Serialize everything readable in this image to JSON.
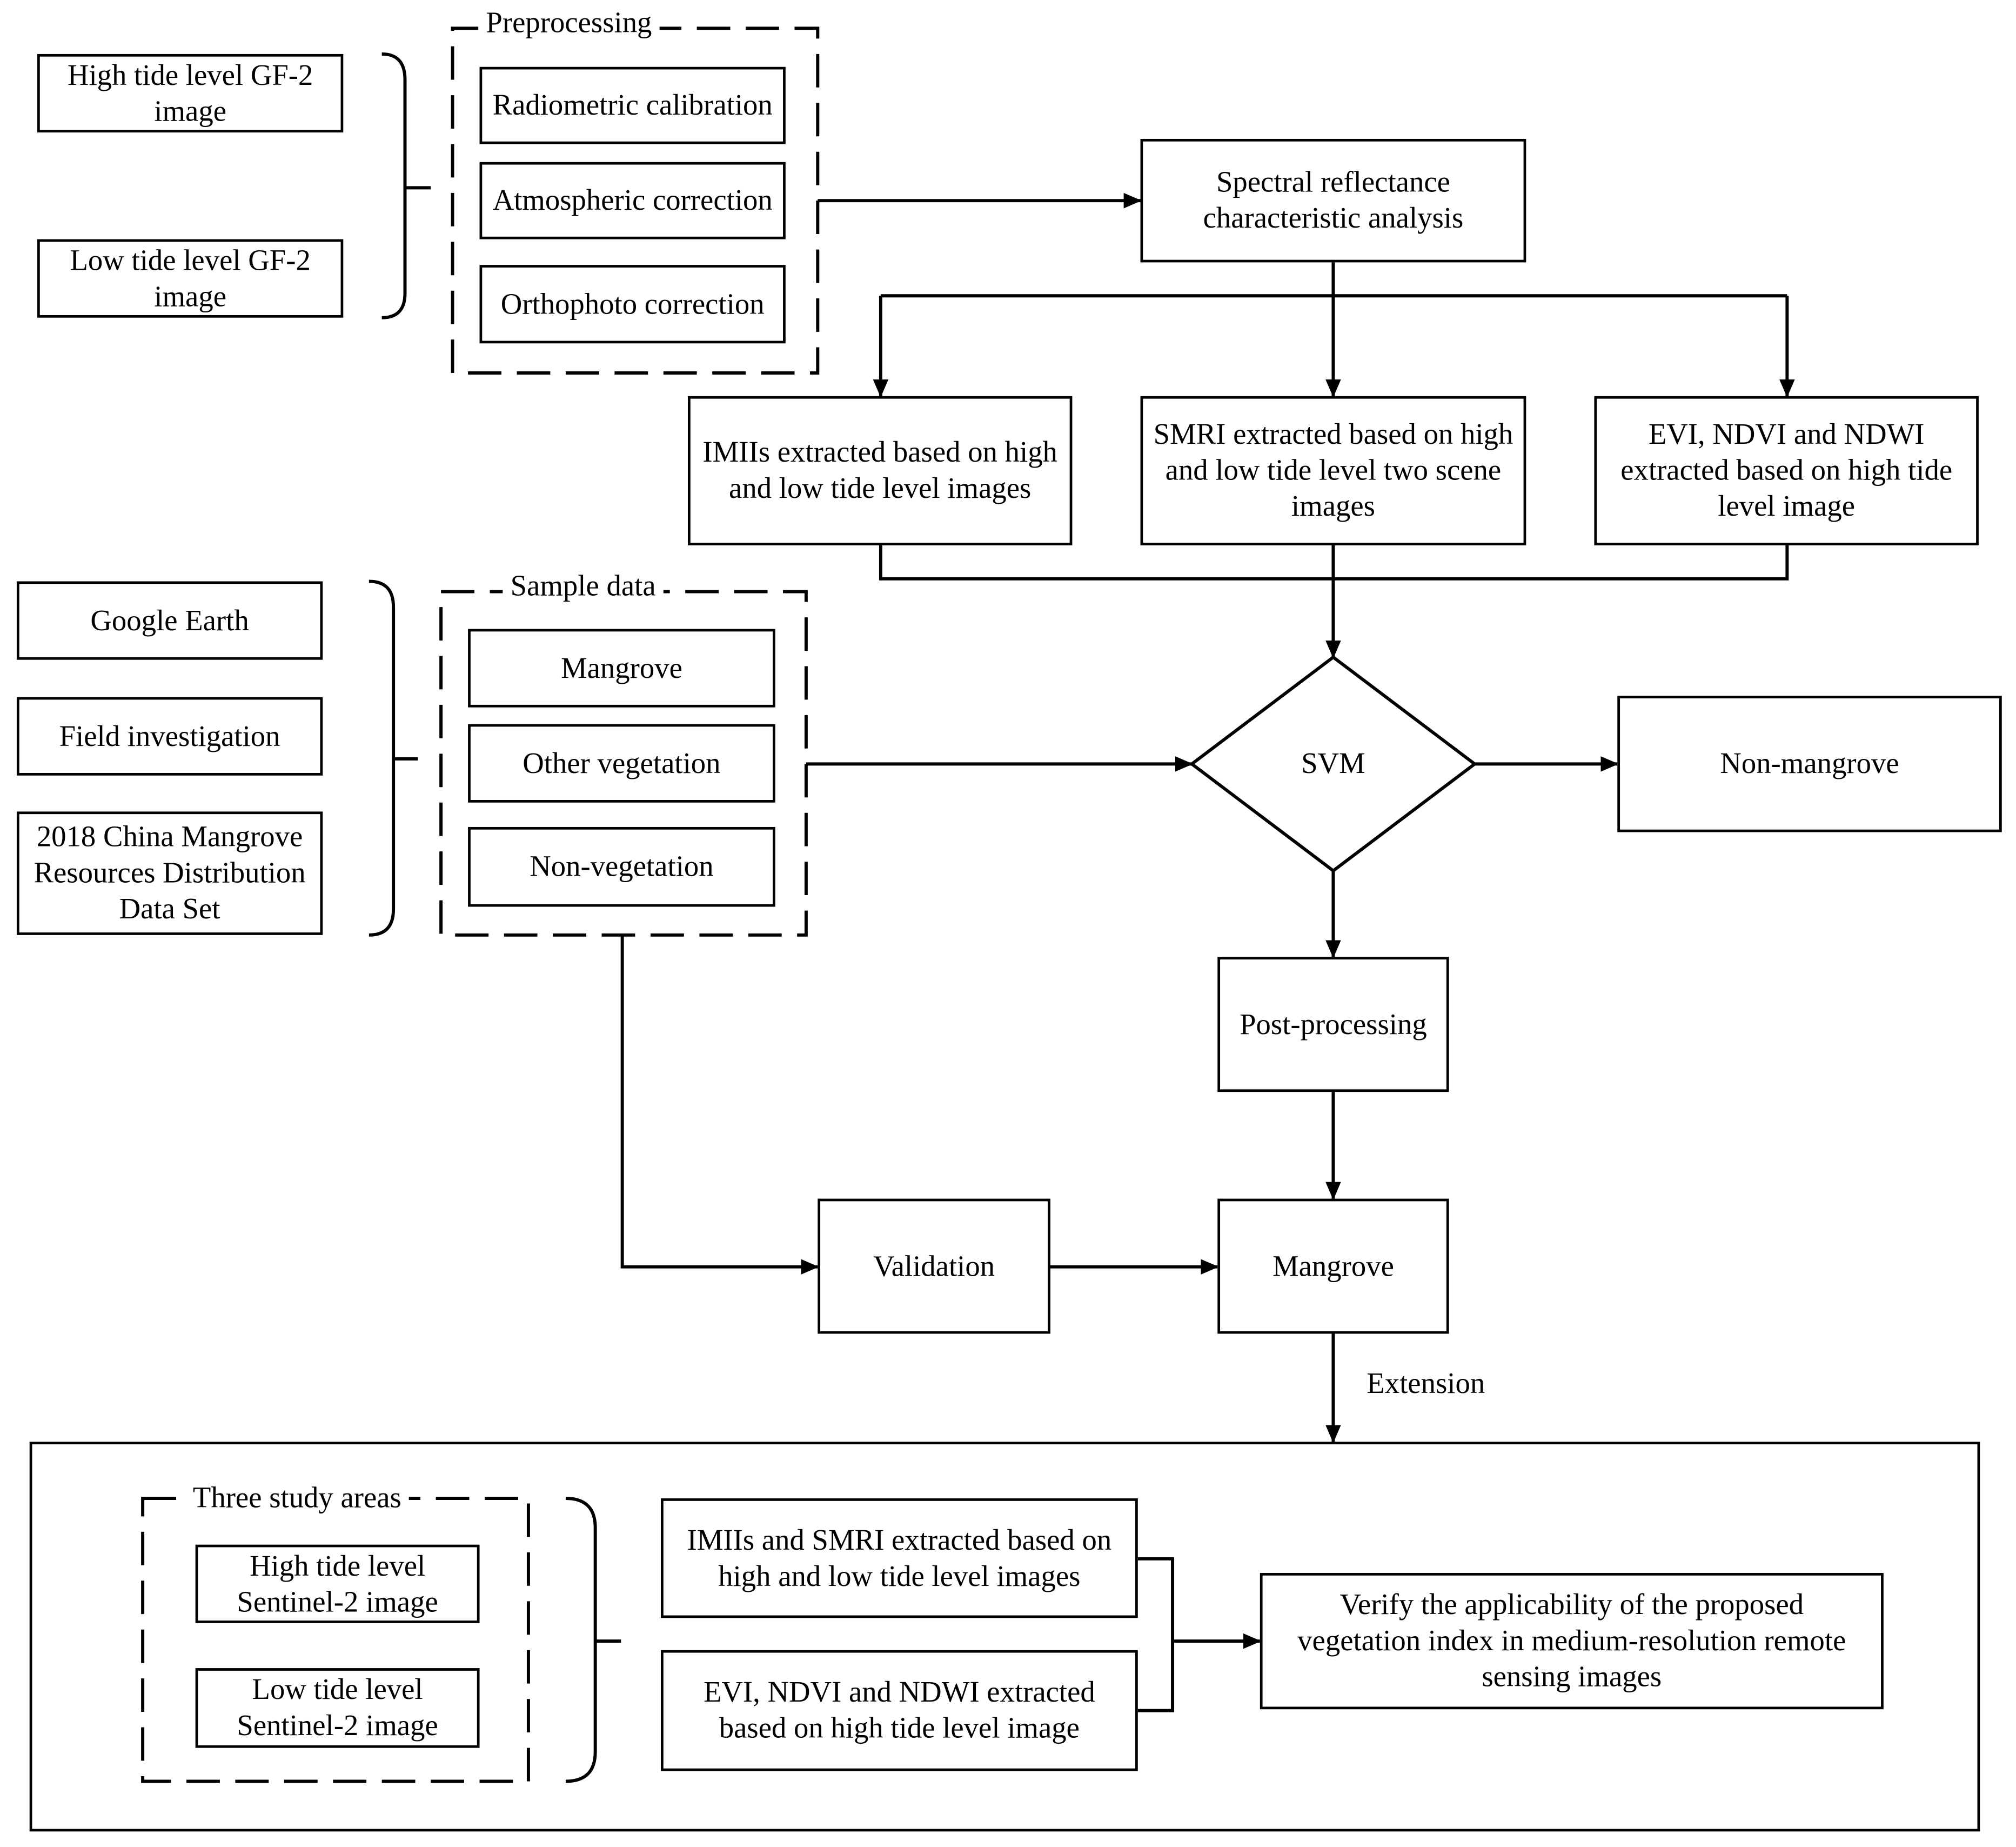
{
  "inputs": {
    "high_tide_gf2": "High tide level GF-2\nimage",
    "low_tide_gf2": "Low tide level GF-2\nimage"
  },
  "preprocessing": {
    "title": "Preprocessing",
    "steps": [
      "Radiometric calibration",
      "Atmospheric correction",
      "Orthophoto correction"
    ]
  },
  "spectral_analysis": "Spectral reflectance\ncharacteristic analysis",
  "features": {
    "imiis": "IMIIs extracted based on high\nand low tide level images",
    "smri": "SMRI extracted based on high\nand low tide level two scene\nimages",
    "indices": "EVI, NDVI and NDWI\nextracted based on high tide\nlevel image"
  },
  "sample_sources": [
    "Google Earth",
    "Field investigation",
    "2018 China Mangrove\nResources Distribution\nData Set"
  ],
  "sample_data": {
    "title": "Sample data",
    "classes": [
      "Mangrove",
      "Other vegetation",
      "Non-vegetation"
    ]
  },
  "classifier": "SVM",
  "outputs": {
    "non_mangrove": "Non-mangrove",
    "post_processing": "Post-processing",
    "mangrove": "Mangrove",
    "validation": "Validation"
  },
  "extension": {
    "label": "Extension",
    "study_areas": {
      "title": "Three study areas",
      "images": [
        "High tide level\nSentinel-2 image",
        "Low tide level\nSentinel-2 image"
      ]
    },
    "features": [
      "IMIIs and SMRI extracted based on\nhigh and low tide level images",
      "EVI, NDVI and NDWI extracted\nbased on high tide level image"
    ],
    "goal": "Verify the applicability of the proposed\nvegetation index in medium-resolution remote\nsensing images"
  },
  "colors": {
    "line": "#000000",
    "background": "#ffffff"
  }
}
